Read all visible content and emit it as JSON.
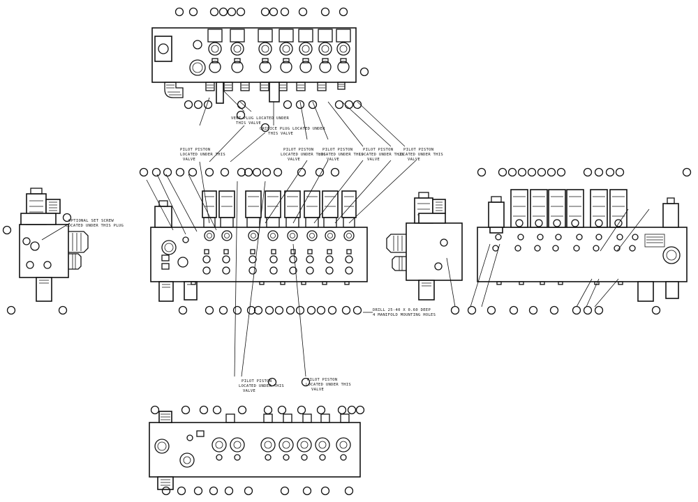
{
  "notes": {
    "vent_plug": "VENT PLUG LOCATED UNDER THIS VALVE",
    "orifice_plug": "ORIFICE PLUG LOCATED UNDER THIS VALVE",
    "pilot_piston_1": "PILOT PISTON LOCATED UNDER THIS VALVE",
    "pilot_piston_2": "PILOT PISTON LOCATED UNDER THIS VALVE",
    "pilot_piston_3": "PILOT PISTON LOCATED UNDER THIS VALVE",
    "pilot_piston_4": "PILOT PISTON LOCATED UNDER THIS VALVE",
    "pilot_piston_5": "PILOT PISTON LOCATED UNDER THIS VALVE",
    "optional_set_screw": "OPTIONAL SET SCREW LOCATED UNDER THIS PLUG",
    "drill_mounting": "DRILL 25-40 X 0.60 DEEP 4 MANIFOLD MOUNTING HOLES",
    "pilot_bottom_1": "PILOT PISTON LOCATED UNDER THIS VALVE",
    "pilot_bottom_2": "PILOT PISTON LOCATED UNDER THIS VALVE"
  },
  "diagram": {
    "views": [
      "top-view",
      "front-view",
      "left-side-view",
      "right-side-view",
      "bottom-view"
    ],
    "colors": {
      "ink": "#111111",
      "paper": "#ffffff"
    }
  }
}
